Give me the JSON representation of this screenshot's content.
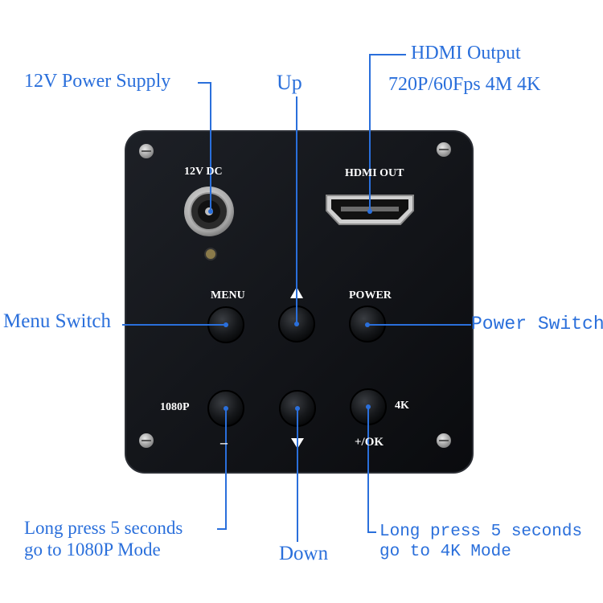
{
  "device": {
    "panel_labels": {
      "dc_in": "12V DC",
      "hdmi_out": "HDMI OUT",
      "menu": "MENU",
      "power": "POWER",
      "res_1080": "1080P",
      "res_4k": "4K",
      "minus": "–",
      "plus_ok": "+/OK"
    }
  },
  "callouts": {
    "power_supply": "12V Power Supply",
    "hdmi_output": "HDMI Output",
    "hdmi_modes": "720P/60Fps 4M 4K",
    "up": "Up",
    "menu_switch": "Menu Switch",
    "power_switch": "Power Switch",
    "long_press_1080_line1": "Long press 5 seconds",
    "long_press_1080_line2": "go to 1080P Mode",
    "down": "Down",
    "long_press_4k_line1": "Long press 5 seconds",
    "long_press_4k_line2": "go to 4K Mode"
  },
  "colors": {
    "callout_blue": "#2a6fdb",
    "panel": "#121418",
    "text_white": "#ffffff"
  }
}
